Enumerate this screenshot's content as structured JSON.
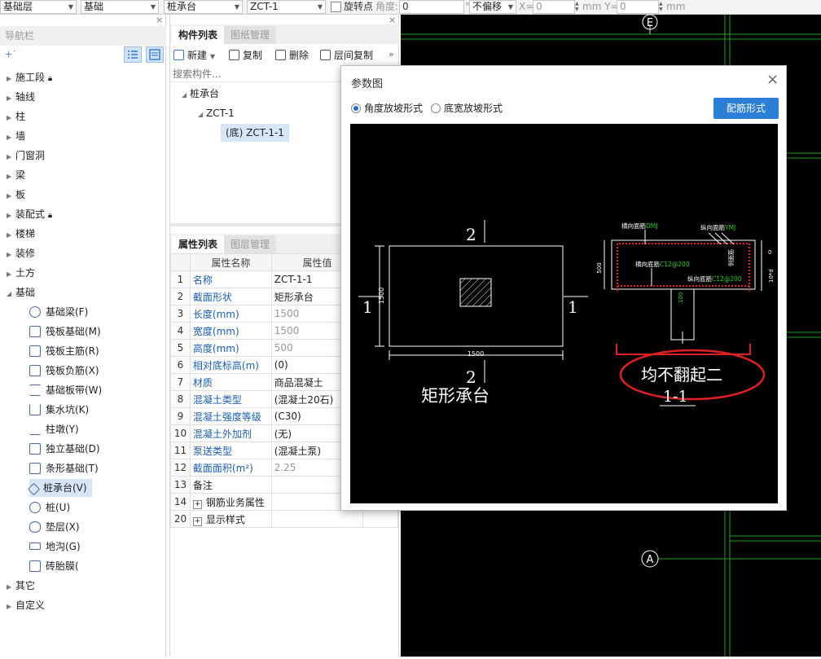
{
  "toolbar": {
    "floor": "基础层",
    "category": "基础",
    "component_type": "桩承台",
    "component": "ZCT-1",
    "rotate_label": "旋转点",
    "angle_label": "角度:",
    "angle_value": "0",
    "degree_unit": "°",
    "offset": "不偏移",
    "x_label": "X=",
    "x_value": "0",
    "y_label": "mm Y=",
    "y_value": "0",
    "mm_unit": "mm"
  },
  "nav": {
    "title": "导航栏",
    "close": "×",
    "items": [
      {
        "label": "施工段",
        "lock": true
      },
      {
        "label": "轴线"
      },
      {
        "label": "柱"
      },
      {
        "label": "墙"
      },
      {
        "label": "门窗洞"
      },
      {
        "label": "梁"
      },
      {
        "label": "板"
      },
      {
        "label": "装配式",
        "lock": true
      },
      {
        "label": "楼梯"
      },
      {
        "label": "装修"
      },
      {
        "label": "土方"
      },
      {
        "label": "基础",
        "expanded": true
      }
    ],
    "sub_items": [
      {
        "label": "基础梁(F)",
        "icon": "foundation-beam-icon"
      },
      {
        "label": "筏板基础(M)",
        "icon": "raft-foundation-icon"
      },
      {
        "label": "筏板主筋(R)",
        "icon": "raft-main-rebar-icon"
      },
      {
        "label": "筏板负筋(X)",
        "icon": "raft-negative-rebar-icon"
      },
      {
        "label": "基础板带(W)",
        "icon": "foundation-strip-icon"
      },
      {
        "label": "集水坑(K)",
        "icon": "sump-pit-icon"
      },
      {
        "label": "柱墩(Y)",
        "icon": "column-pier-icon"
      },
      {
        "label": "独立基础(D)",
        "icon": "isolated-footing-icon"
      },
      {
        "label": "条形基础(T)",
        "icon": "strip-footing-icon"
      },
      {
        "label": "桩承台(V)",
        "icon": "pile-cap-icon",
        "selected": true
      },
      {
        "label": "桩(U)",
        "icon": "pile-icon"
      },
      {
        "label": "垫层(X)",
        "icon": "cushion-layer-icon"
      },
      {
        "label": "地沟(G)",
        "icon": "trench-icon"
      },
      {
        "label": "砖胎膜(",
        "icon": "brick-mold-icon"
      }
    ],
    "tail_items": [
      {
        "label": "其它"
      },
      {
        "label": "自定义"
      }
    ]
  },
  "components": {
    "tab_active": "构件列表",
    "tab_inactive": "图纸管理",
    "close": "×",
    "btn_new": "新建",
    "btn_copy": "复制",
    "btn_delete": "删除",
    "btn_floor_copy": "层间复制",
    "more": "»",
    "search_placeholder": "搜索构件...",
    "tree": {
      "root": "桩承台",
      "child": "ZCT-1",
      "leaf": "(底) ZCT-1-1"
    }
  },
  "props": {
    "tab_active": "属性列表",
    "tab_inactive": "图层管理",
    "header_name": "属性名称",
    "header_value": "属性值",
    "rows": [
      {
        "n": "1",
        "name": "名称",
        "value": "ZCT-1-1",
        "link": true
      },
      {
        "n": "2",
        "name": "截面形状",
        "value": "矩形承台",
        "link": true
      },
      {
        "n": "3",
        "name": "长度(mm)",
        "value": "1500",
        "link": true,
        "gray": true
      },
      {
        "n": "4",
        "name": "宽度(mm)",
        "value": "1500",
        "link": true,
        "gray": true
      },
      {
        "n": "5",
        "name": "高度(mm)",
        "value": "500",
        "link": true,
        "gray": true
      },
      {
        "n": "6",
        "name": "相对底标高(m)",
        "value": "(0)",
        "link": true
      },
      {
        "n": "7",
        "name": "材质",
        "value": "商品混凝土",
        "link": true
      },
      {
        "n": "8",
        "name": "混凝土类型",
        "value": "(混凝土20石)",
        "link": true
      },
      {
        "n": "9",
        "name": "混凝土强度等级",
        "value": "(C30)",
        "link": true
      },
      {
        "n": "10",
        "name": "混凝土外加剂",
        "value": "(无)",
        "link": true
      },
      {
        "n": "11",
        "name": "泵送类型",
        "value": "(混凝土泵)",
        "link": true
      },
      {
        "n": "12",
        "name": "截面面积(m²)",
        "value": "2.25",
        "link": true,
        "gray": true
      },
      {
        "n": "13",
        "name": "备注",
        "value": "",
        "link": false
      },
      {
        "n": "14",
        "name": "钢筋业务属性",
        "value": "",
        "link": false,
        "expand": true
      },
      {
        "n": "20",
        "name": "显示样式",
        "value": "",
        "link": false,
        "expand": true
      }
    ]
  },
  "cad": {
    "axis_top": "E",
    "axis_bottom": "A"
  },
  "dialog": {
    "title": "参数图",
    "close": "×",
    "radio_angle": "角度放坡形式",
    "radio_width": "底宽放坡形式",
    "rebar_button": "配筋形式",
    "drawing": {
      "plan_title": "矩形承台",
      "section_title": "1-1",
      "note": "均不翻起二",
      "label_1": "1",
      "label_2": "2",
      "dim_width": "1500",
      "dim_height": "1500",
      "dim_depth": "500",
      "top_h_rebar": "横向面筋",
      "top_h_rebar_val": "DMJ",
      "top_v_rebar": "纵向面筋",
      "top_v_rebar_val": "YMJ",
      "bot_h_rebar": "横向底筋",
      "bot_h_rebar_val": "C12@200",
      "bot_v_rebar": "纵向底筋",
      "bot_v_rebar_val": "C12@200",
      "side_rebar": "侧面筋",
      "side_zero": "0",
      "side_10d": "10*d",
      "pile_100": "100"
    }
  }
}
